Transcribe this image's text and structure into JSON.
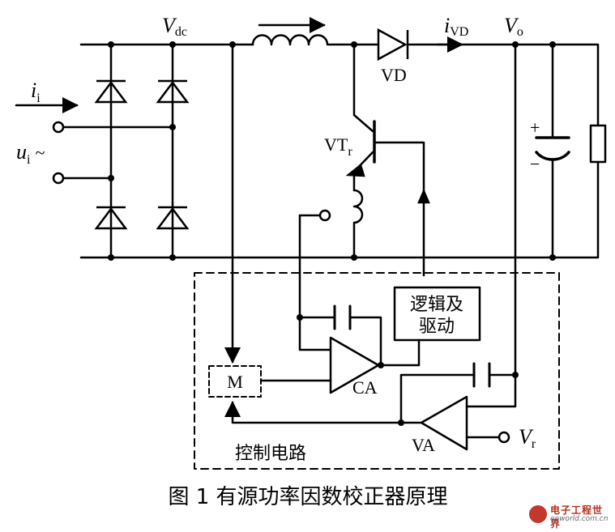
{
  "labels": {
    "vdc_main": "V",
    "vdc_sub": "dc",
    "ii_main": "i",
    "ii_sub": "i",
    "ui_main": "u",
    "ui_sub": "i",
    "ui_tilde": "~",
    "vd": "VD",
    "ivd_main": "i",
    "ivd_sub": "VD",
    "vo_main": "V",
    "vo_sub": "o",
    "vtr_main": "VT",
    "vtr_sub": "r",
    "cap_plus": "+",
    "cap_minus": "−",
    "logic_line1": "逻辑及",
    "logic_line2": "驱动",
    "mult": "M",
    "ca": "CA",
    "va": "VA",
    "vr_main": "V",
    "vr_sub": "r",
    "control": "控制电路"
  },
  "caption": "图 1  有源功率因数校正器原理",
  "watermark": {
    "title": "电子工程世界",
    "url": "eeworld.com.cn"
  },
  "colors": {
    "ink": "#000000",
    "background": "#ffffff",
    "watermark_red": "#b03020"
  }
}
